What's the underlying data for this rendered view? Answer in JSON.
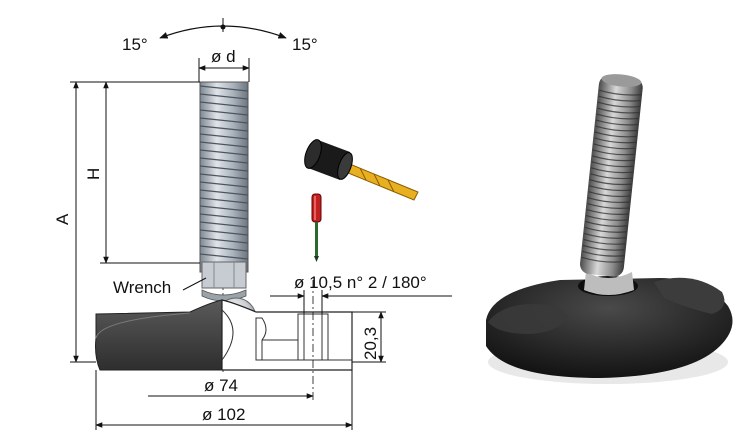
{
  "labels": {
    "angle_left": "15°",
    "angle_right": "15°",
    "thread_diameter": "ø d",
    "total_height": "A",
    "thread_height": "H",
    "wrench": "Wrench",
    "hole_spec": "ø 10,5 n° 2 / 180°",
    "base_height": "20,3",
    "inner_diameter": "ø 74",
    "outer_diameter": "ø 102"
  },
  "icons": {
    "hammer": "hammer-icon",
    "screwdriver": "screwdriver-icon"
  },
  "colors": {
    "base": "#3a3a3a",
    "base_light": "#6a6a6a",
    "thread": "#aeb6be",
    "hammer_handle": "#e8b020",
    "screwdriver_handle": "#c02020"
  }
}
